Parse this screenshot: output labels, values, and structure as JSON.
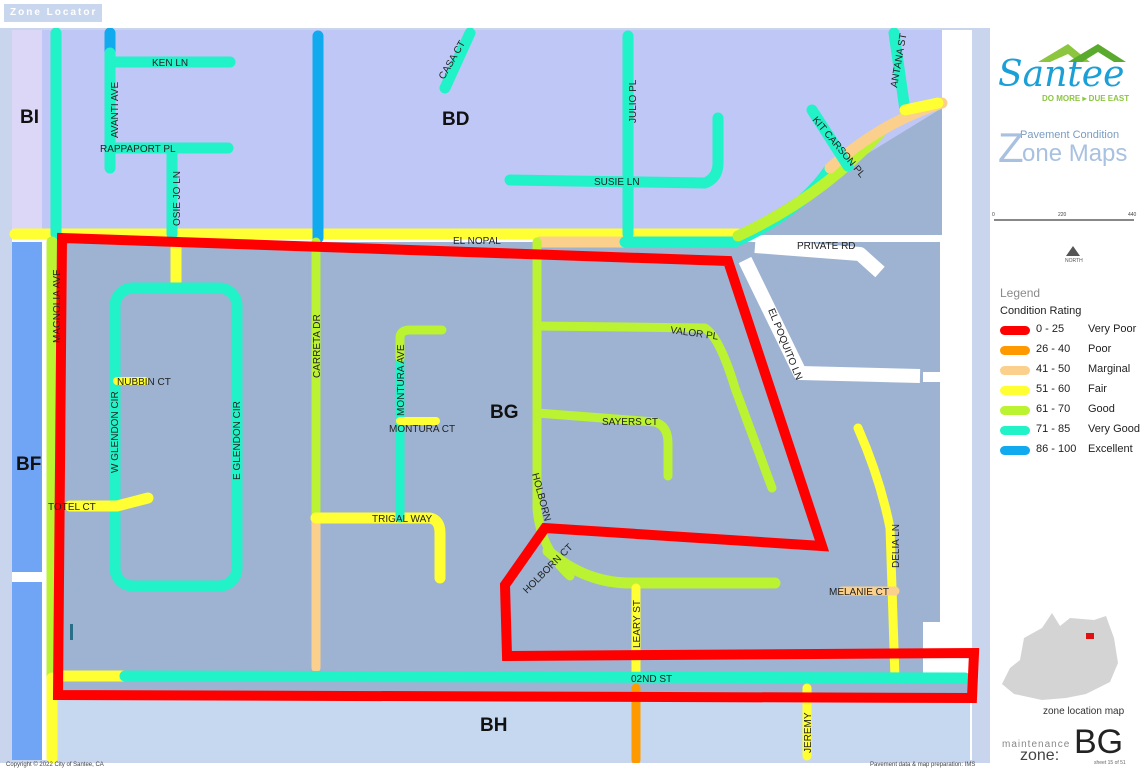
{
  "header": {
    "zone_locator": "Zone Locator"
  },
  "zones": {
    "bi": "BI",
    "bd": "BD",
    "bf": "BF",
    "bg": "BG",
    "bh": "BH"
  },
  "roads": {
    "ken_ln": "KEN LN",
    "avanti_ave": "AVANTI AVE",
    "rappaport_pl": "RAPPAPORT PL",
    "osie_jo_ln": "OSIE JO LN",
    "casa_ct": "CASA CT",
    "julio_pl": "JULIO PL",
    "susie_ln": "SUSIE LN",
    "kit_carson_pl": "KIT CARSON PL",
    "antana_st": "ANTANA ST",
    "el_nopal": "EL NOPAL",
    "private_rd": "PRIVATE RD",
    "el_poquito_ln": "EL POQUITO LN",
    "magnolia_ave": "MAGNOLIA AVE",
    "carreta_dr": "CARRETA DR",
    "montura_ave": "MONTURA AVE",
    "montura_ct": "MONTURA CT",
    "valor_pl": "VALOR PL",
    "sayers_ct": "SAYERS CT",
    "nubbin_ct": "NUBBIN CT",
    "w_glendon_cir": "W GLENDON CIR",
    "e_glendon_cir": "E GLENDON CIR",
    "totel_ct": "TOTEL CT",
    "trigal_way": "TRIGAL WAY",
    "holborn": "HOLBORN",
    "holborn_ct": "HOLBORN CT",
    "leary_st": "LEARY ST",
    "delia_ln": "DELIA LN",
    "melanie_ct": "MELANIE CT",
    "second_st": "02ND ST",
    "jeremy": "JEREMY"
  },
  "brand": {
    "name": "Santee",
    "tagline": "DO MORE ▸ DUE EAST",
    "color_primary": "#1a9fd6",
    "color_green": "#8cc63f"
  },
  "product": {
    "title_line1": "Pavement Condition",
    "title_z": "Z",
    "title_rest": "one Maps"
  },
  "scale": {
    "start": "0",
    "mid": "220",
    "end": "440"
  },
  "north": {
    "label": "NORTH"
  },
  "legend": {
    "title": "Legend",
    "subtitle": "Condition Rating",
    "items": [
      {
        "range": "0 - 25",
        "label": "Very Poor",
        "color": "#ff0000"
      },
      {
        "range": "26 - 40",
        "label": "Poor",
        "color": "#ff9900"
      },
      {
        "range": "41 - 50",
        "label": "Marginal",
        "color": "#fbd08c"
      },
      {
        "range": "51 - 60",
        "label": "Fair",
        "color": "#ffff33"
      },
      {
        "range": "61 - 70",
        "label": "Good",
        "color": "#bbf231"
      },
      {
        "range": "71 - 85",
        "label": "Very Good",
        "color": "#22f2c8"
      },
      {
        "range": "86 - 100",
        "label": "Excellent",
        "color": "#11aaee"
      }
    ]
  },
  "location_map": {
    "label": "zone location map"
  },
  "maintenance": {
    "label_small": "maintenance",
    "label_zone": "zone:",
    "code": "BG",
    "sheet": "sheet 15 of 51"
  },
  "footer": {
    "copyright": "Copyright © 2022 City of Santee, CA",
    "credit": "Pavement data & map preparation: IMS"
  }
}
